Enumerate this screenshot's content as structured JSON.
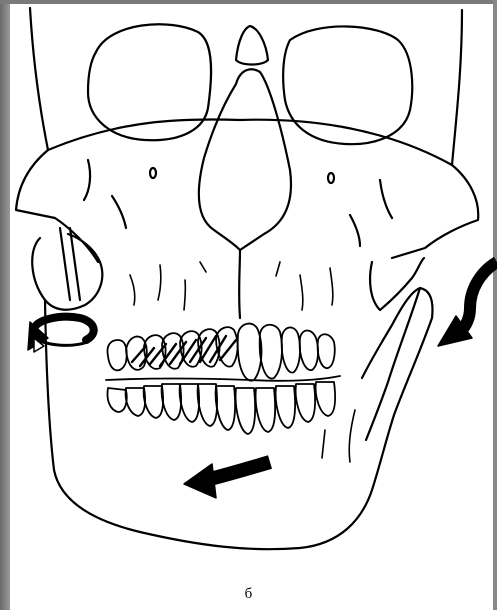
{
  "figure": {
    "caption": "б",
    "ink_color": "#000000",
    "paper_color": "#ffffff",
    "frame_color": "#7a7a7a"
  },
  "parts": {
    "skull": "skull-outline",
    "orbits": [
      "left-orbit",
      "right-orbit"
    ],
    "nose": "nasal-aperture",
    "mandible": "mandible",
    "condyle": "left-condyle",
    "teeth": [
      "upper-teeth-row",
      "lower-teeth-row"
    ]
  },
  "arrows": [
    {
      "name": "rotation-arrow-icon",
      "meaning": "rotation"
    },
    {
      "name": "shift-arrow-icon",
      "meaning": "leftward-shift"
    },
    {
      "name": "inward-arrow-icon",
      "meaning": "medial-push"
    }
  ]
}
